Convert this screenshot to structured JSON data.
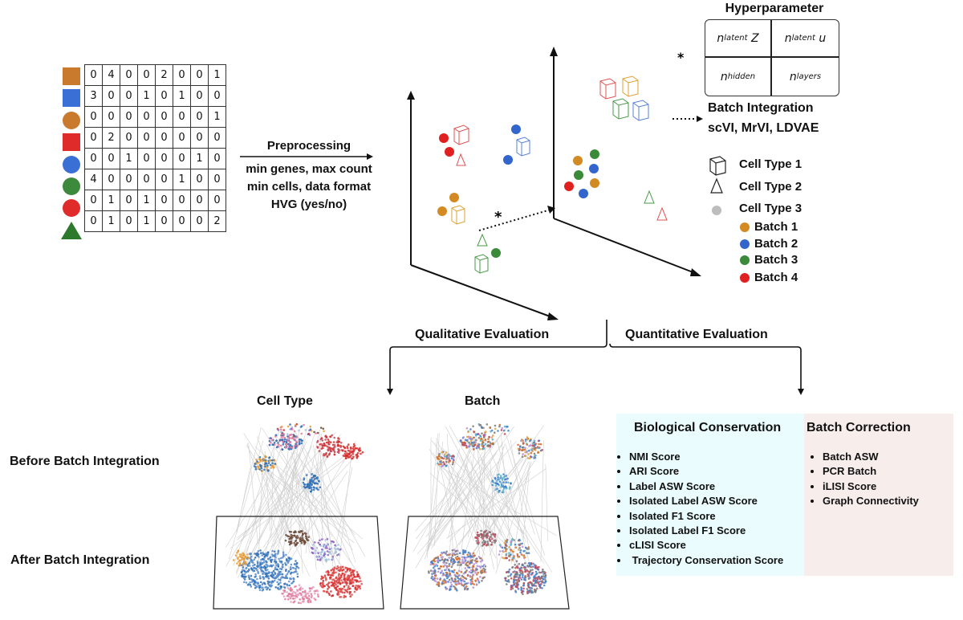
{
  "matrix": {
    "rows": [
      [
        "0",
        "4",
        "0",
        "0",
        "2",
        "0",
        "0",
        "1"
      ],
      [
        "3",
        "0",
        "0",
        "1",
        "0",
        "1",
        "0",
        "0"
      ],
      [
        "0",
        "0",
        "0",
        "0",
        "0",
        "0",
        "0",
        "1"
      ],
      [
        "0",
        "2",
        "0",
        "0",
        "0",
        "0",
        "0",
        "0"
      ],
      [
        "0",
        "0",
        "1",
        "0",
        "0",
        "0",
        "1",
        "0"
      ],
      [
        "4",
        "0",
        "0",
        "0",
        "0",
        "1",
        "0",
        "0"
      ],
      [
        "0",
        "1",
        "0",
        "1",
        "0",
        "0",
        "0",
        "0"
      ],
      [
        "0",
        "1",
        "0",
        "1",
        "0",
        "0",
        "0",
        "2"
      ]
    ],
    "row_shapes": [
      {
        "shape": "square",
        "color": "#c97a2c"
      },
      {
        "shape": "square",
        "color": "#3a6fd6"
      },
      {
        "shape": "circle",
        "color": "#c97a2c"
      },
      {
        "shape": "square",
        "color": "#e02b2b"
      },
      {
        "shape": "circle",
        "color": "#3a6fd6"
      },
      {
        "shape": "circle",
        "color": "#3d8a3d"
      },
      {
        "shape": "circle",
        "color": "#e02b2b"
      },
      {
        "shape": "triangle",
        "color": "#2d7a2d"
      }
    ]
  },
  "preprocessing": {
    "title": "Preprocessing",
    "line1": "min genes, max count",
    "line2": "min cells, data format",
    "line3": "HVG (yes/no)"
  },
  "asterisk": "*",
  "hyperparameter": {
    "title": "Hyperparameter",
    "cells": [
      {
        "base": "n",
        "sub": "latent",
        "suffix": " Z"
      },
      {
        "base": "n",
        "sub": "latent",
        "suffix": " u"
      },
      {
        "base": "n",
        "sub": "hidden",
        "suffix": ""
      },
      {
        "base": "n",
        "sub": "layers",
        "suffix": ""
      }
    ]
  },
  "batch_integration": {
    "title": "Batch Integration",
    "methods": "scVI, MrVI, LDVAE"
  },
  "legend": {
    "cell_types": [
      "Cell Type 1",
      "Cell Type 2",
      "Cell Type 3"
    ],
    "batches": [
      {
        "label": "Batch 1",
        "color": "#d48a22"
      },
      {
        "label": "Batch 2",
        "color": "#3366cc"
      },
      {
        "label": "Batch 3",
        "color": "#3a8a3a"
      },
      {
        "label": "Batch 4",
        "color": "#e02020"
      }
    ]
  },
  "evaluation": {
    "qualitative": "Qualitative Evaluation",
    "quantitative": "Quantitative Evaluation"
  },
  "umap_columns": {
    "cell_type": "Cell Type",
    "batch": "Batch"
  },
  "rows": {
    "before": "Before Batch Integration",
    "after": "After Batch Integration"
  },
  "biological_conservation": {
    "title": "Biological Conservation",
    "metrics": [
      "NMI Score",
      "ARI Score",
      "Label ASW Score",
      "Isolated Label ASW Score",
      "Isolated F1 Score",
      "Isolated Label F1 Score",
      "cLISI Score",
      " Trajectory Conservation Score"
    ]
  },
  "batch_correction": {
    "title": "Batch Correction",
    "metrics": [
      "Batch ASW",
      "PCR Batch",
      "iLISI Score",
      "Graph Connectivity"
    ]
  },
  "colors": {
    "bio_panel": "#eafcfe",
    "batch_panel": "#f7eeec"
  }
}
